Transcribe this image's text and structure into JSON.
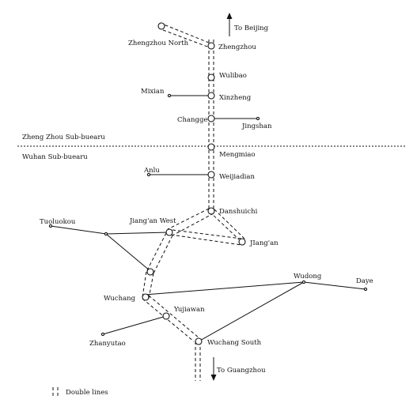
{
  "directions": {
    "north": "To Beijing",
    "south": "To Guangzhou"
  },
  "subbureaus": {
    "north": "Zheng Zhou Sub-buearu",
    "south": "Wuhan Sub-buearu"
  },
  "stations": {
    "zhengzhou_north": "Zhengzhou North",
    "zhengzhou": "Zhengzhou",
    "wulibao": "Wulibao",
    "mixian": "Mixian",
    "xinzheng": "Xinzheng",
    "changge": "Changge",
    "jingshan": "Jingshan",
    "mengmiao": "Mengmiao",
    "anlu": "Anlu",
    "weijiadian": "Weijiadian",
    "danshuichi": "Danshuichi",
    "tuoluokou": "Tuoluokou",
    "jiangan_west": "Jiang'an West",
    "jiangan": "JIang'an",
    "wuchang": "Wuchang",
    "wudong": "Wudong",
    "daye": "Daye",
    "yujiawan": "Yujiawan",
    "zhanyutao": "Zhanyutao",
    "wuchang_south": "Wuchang South"
  },
  "legend": {
    "double_lines": "Double lines"
  }
}
